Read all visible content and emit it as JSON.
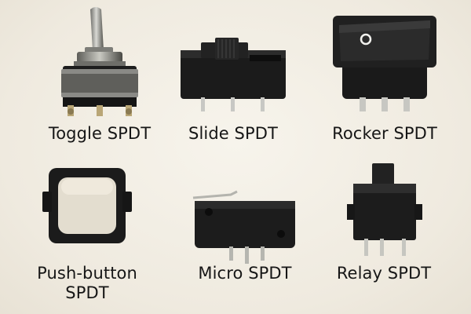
{
  "products": [
    {
      "id": "toggle",
      "icon": "toggle-switch-icon",
      "label_lines": [
        "Toggle SPDT"
      ]
    },
    {
      "id": "slide",
      "icon": "slide-switch-icon",
      "label_lines": [
        "Slide SPDT"
      ]
    },
    {
      "id": "rocker",
      "icon": "rocker-switch-icon",
      "label_lines": [
        "Rocker SPDT"
      ],
      "rocker_mark": "O"
    },
    {
      "id": "pushbutton",
      "icon": "push-button-switch-icon",
      "label_lines": [
        "Push-button",
        "SPDT"
      ]
    },
    {
      "id": "micro",
      "icon": "micro-switch-icon",
      "label_lines": [
        "Micro SPDT"
      ]
    },
    {
      "id": "relay",
      "icon": "relay-switch-icon",
      "label_lines": [
        "Relay SPDT"
      ]
    }
  ],
  "colors": {
    "background": "#f3efe6",
    "plastic": "#1c1c1c",
    "metal": "#9a9a96",
    "button_cap": "#e4dfd1",
    "label": "#161616"
  }
}
